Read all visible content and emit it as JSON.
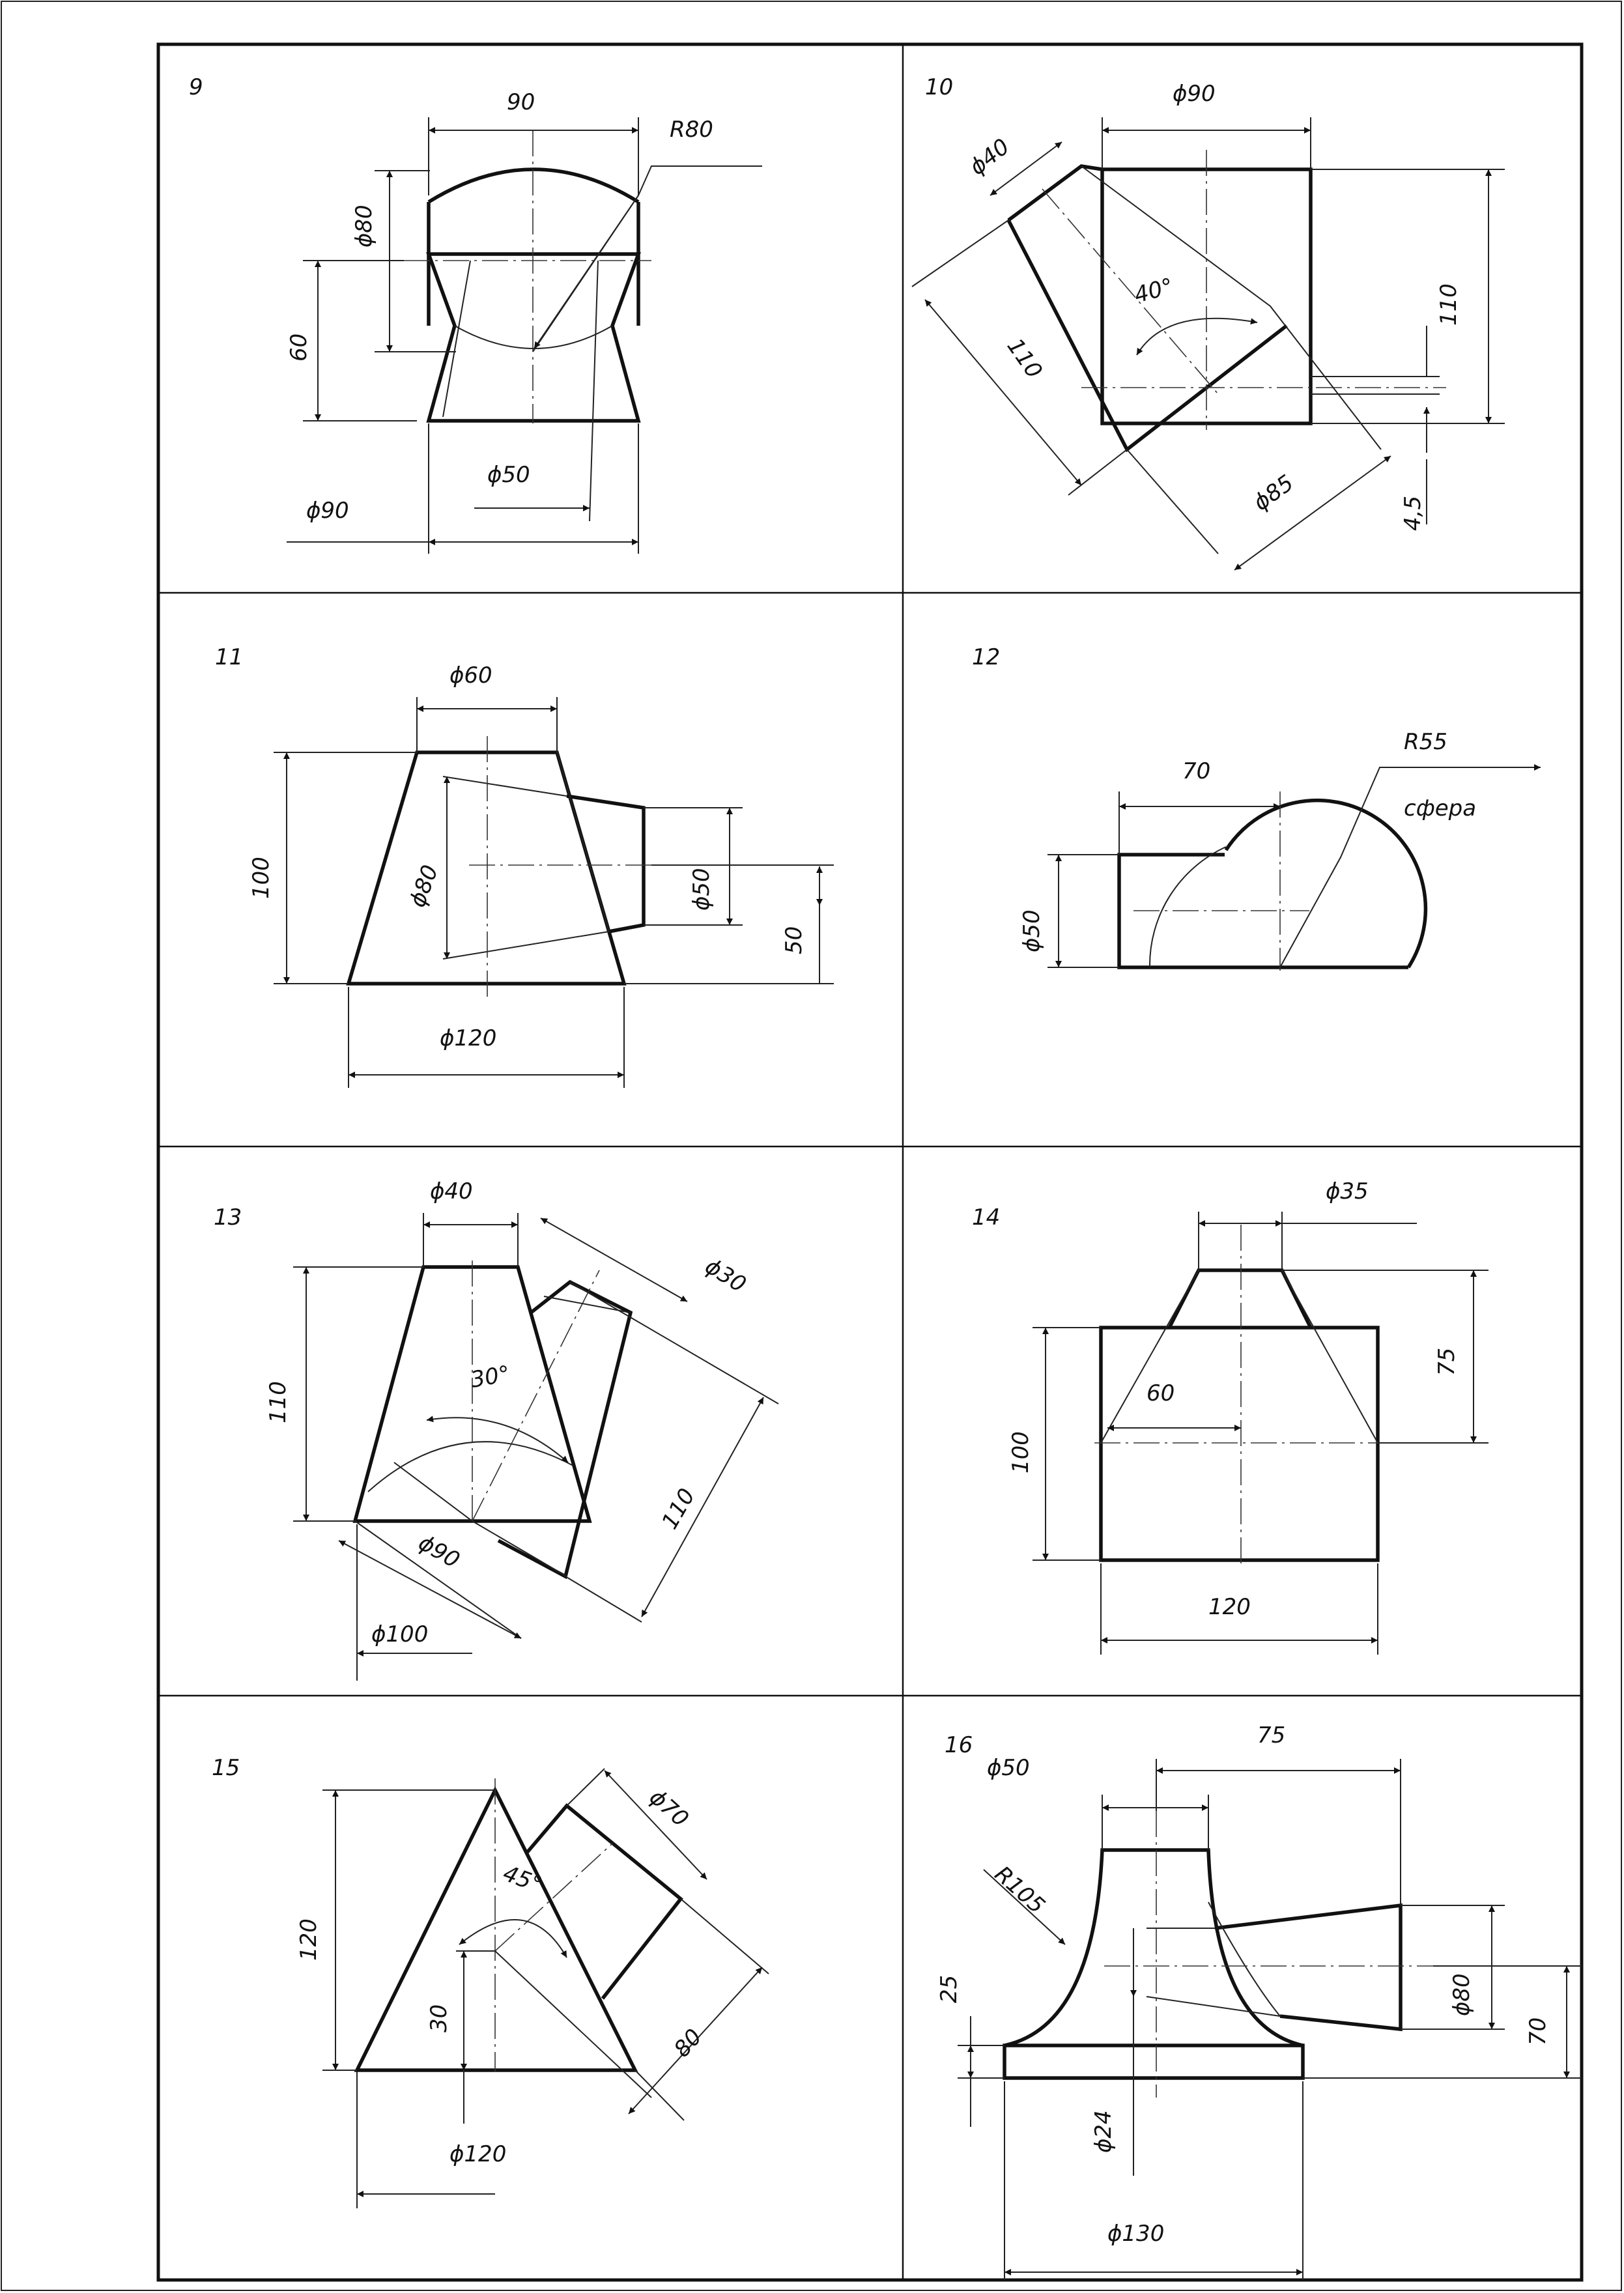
{
  "panels": [
    {
      "number": "9",
      "labels": {
        "w": "90",
        "r": "R80",
        "d1": "ϕ80",
        "h": "60",
        "d2": "ϕ50",
        "d3": "ϕ90"
      }
    },
    {
      "number": "10",
      "labels": {
        "d1": "ϕ40",
        "d2": "ϕ90",
        "h": "110",
        "angle": "40°",
        "len": "110",
        "d3": "ϕ85",
        "off": "4,5"
      }
    },
    {
      "number": "11",
      "labels": {
        "d1": "ϕ60",
        "h": "100",
        "d2": "ϕ80",
        "d3": "ϕ50",
        "off": "50",
        "d4": "ϕ120"
      }
    },
    {
      "number": "12",
      "labels": {
        "w": "70",
        "r": "R55",
        "sphere": "сфера",
        "d": "ϕ50"
      }
    },
    {
      "number": "13",
      "labels": {
        "d1": "ϕ40",
        "d2": "ϕ30",
        "h": "110",
        "angle": "30°",
        "len": "110",
        "d3": "ϕ90",
        "d4": "ϕ100"
      }
    },
    {
      "number": "14",
      "labels": {
        "d1": "ϕ35",
        "h1": "75",
        "r": "60",
        "h2": "100",
        "w": "120"
      }
    },
    {
      "number": "15",
      "labels": {
        "h": "120",
        "d1": "ϕ70",
        "angle": "45°",
        "len": "80",
        "off": "30",
        "d2": "ϕ120"
      }
    },
    {
      "number": "16",
      "labels": {
        "d1": "ϕ50",
        "w": "75",
        "r": "R105",
        "h1": "25",
        "d2": "ϕ80",
        "h2": "70",
        "d3": "ϕ24",
        "d4": "ϕ130"
      }
    }
  ]
}
